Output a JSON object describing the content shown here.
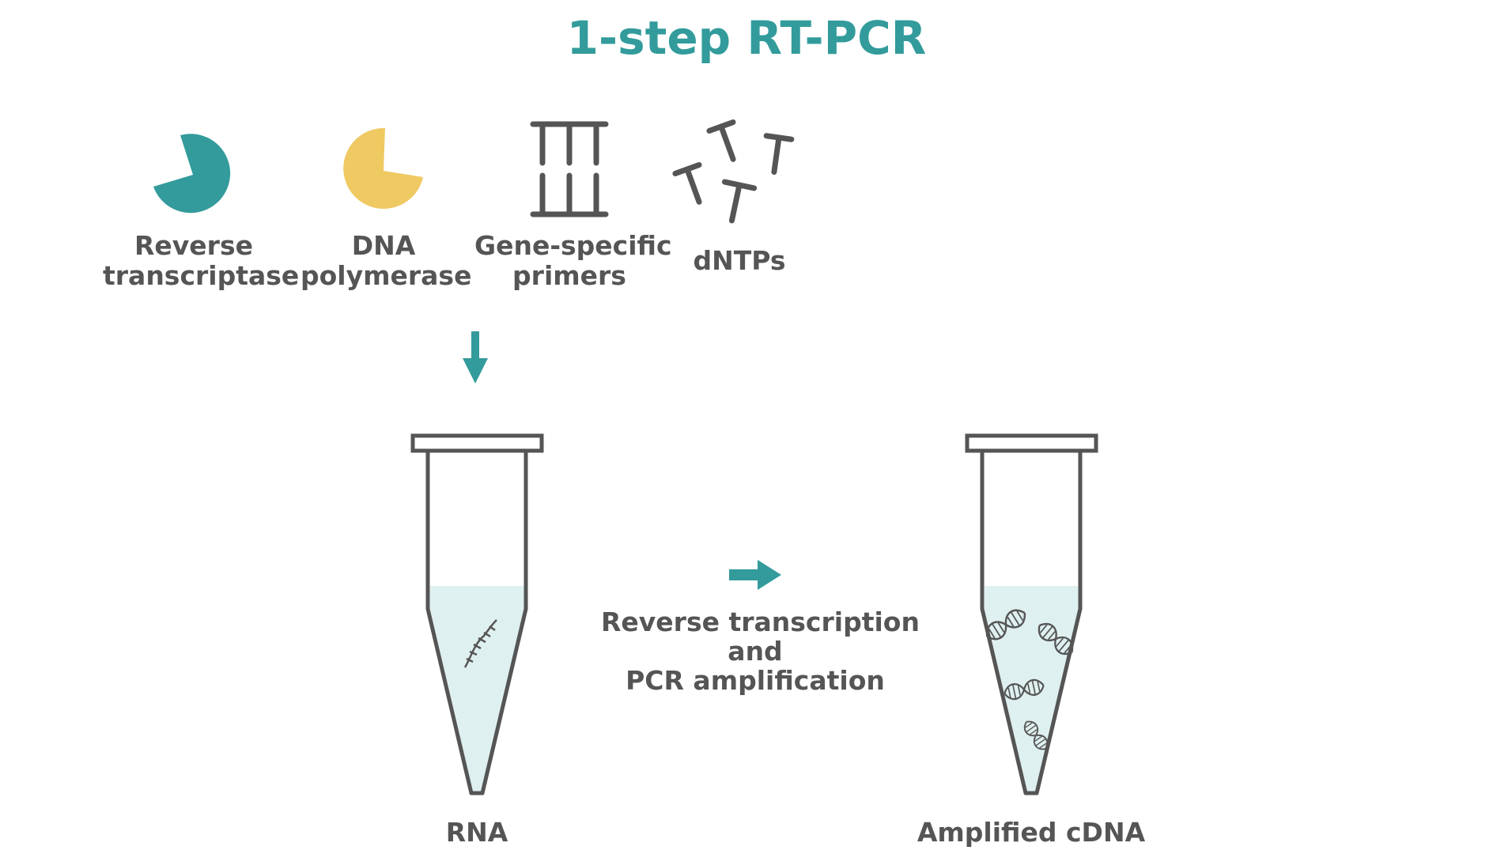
{
  "title": "1-step RT-PCR",
  "reagents": [
    {
      "line1": "Reverse",
      "line2": "transcriptase",
      "icon": "reverse-transcriptase-icon",
      "color": "#339b9b"
    },
    {
      "line1": "DNA",
      "line2": "polymerase",
      "icon": "dna-polymerase-icon",
      "color": "#efc962"
    },
    {
      "line1": "Gene-specific",
      "line2": "primers",
      "icon": "primers-icon"
    },
    {
      "line1": "dNTPs",
      "icon": "dntps-icon"
    }
  ],
  "process": {
    "line1": "Reverse transcription",
    "line2": "and",
    "line3": "PCR amplification"
  },
  "tubes": {
    "input_label": "RNA",
    "output_label": "Amplified cDNA"
  },
  "colors": {
    "accent": "#339b9b",
    "yellow": "#efc962",
    "outline": "#555555",
    "liquid": "#dff0f0"
  }
}
